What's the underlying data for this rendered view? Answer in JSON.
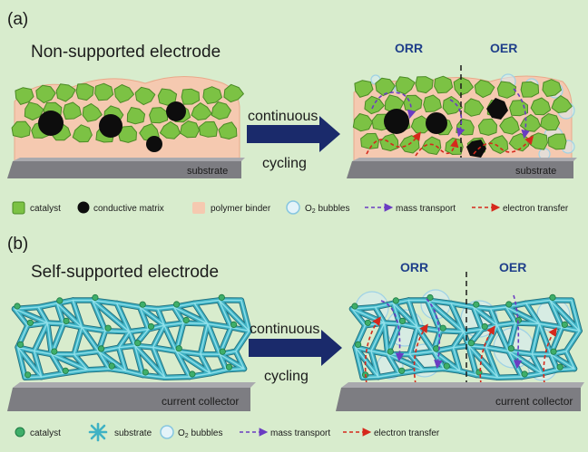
{
  "panel_a": {
    "label": "(a)",
    "title": "Non-supported electrode",
    "arrow_line1": "continuous",
    "arrow_line2": "cycling",
    "orr": "ORR",
    "oer": "OER",
    "substrate_left": "substrate",
    "substrate_right": "substrate",
    "legend": {
      "catalyst": "catalyst",
      "conductive_matrix": "conductive matrix",
      "polymer_binder": "polymer binder",
      "o2_bubbles_prefix": "O",
      "o2_bubbles_sub": "2",
      "o2_bubbles_suffix": " bubbles",
      "mass_transport": "mass transport",
      "electron_transfer": "electron transfer"
    }
  },
  "panel_b": {
    "label": "(b)",
    "title": "Self-supported electrode",
    "arrow_line1": "continuous",
    "arrow_line2": "cycling",
    "orr": "ORR",
    "oer": "OER",
    "collector_left": "current collector",
    "collector_right": "current collector",
    "legend": {
      "catalyst": "catalyst",
      "substrate": "substrate",
      "o2_bubbles_prefix": "O",
      "o2_bubbles_sub": "2",
      "o2_bubbles_suffix": " bubbles",
      "mass_transport": "mass transport",
      "electron_transfer": "electron transfer"
    }
  },
  "colors": {
    "background": "#d8eccd",
    "catalyst": "#7cc244",
    "catalyst_edge": "#4a8a25",
    "binder": "#f5c9b0",
    "matrix": "#0d0d0d",
    "substrate_gray": "#7d7d82",
    "network": "#3fb2c4",
    "network_edge": "#1f6f7d",
    "arrow": "#1a2a6b",
    "mass_transport": "#6a3cc2",
    "electron_transfer": "#d6281c",
    "bubble": "#bfe3f2",
    "rxn_label": "#1f3f8a"
  }
}
